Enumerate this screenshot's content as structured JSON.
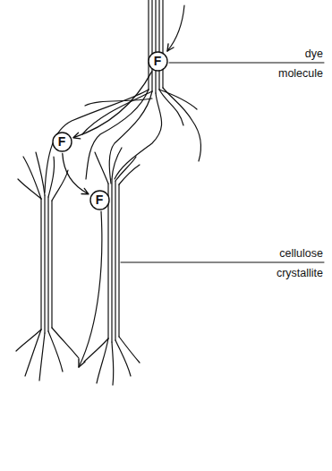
{
  "diagram": {
    "nodes": [
      {
        "text": [
          "F"
        ]
      },
      {
        "text": [
          "F"
        ]
      },
      {
        "text": [
          "F"
        ]
      }
    ],
    "edges": [
      {
        "from": 0,
        "to": 1,
        "arrow": "to"
      },
      {
        "from": 1,
        "to": 2,
        "arrow": "to"
      }
    ],
    "labels": [
      "dye",
      "molecule",
      "cellulose",
      "crystallite"
    ]
  }
}
